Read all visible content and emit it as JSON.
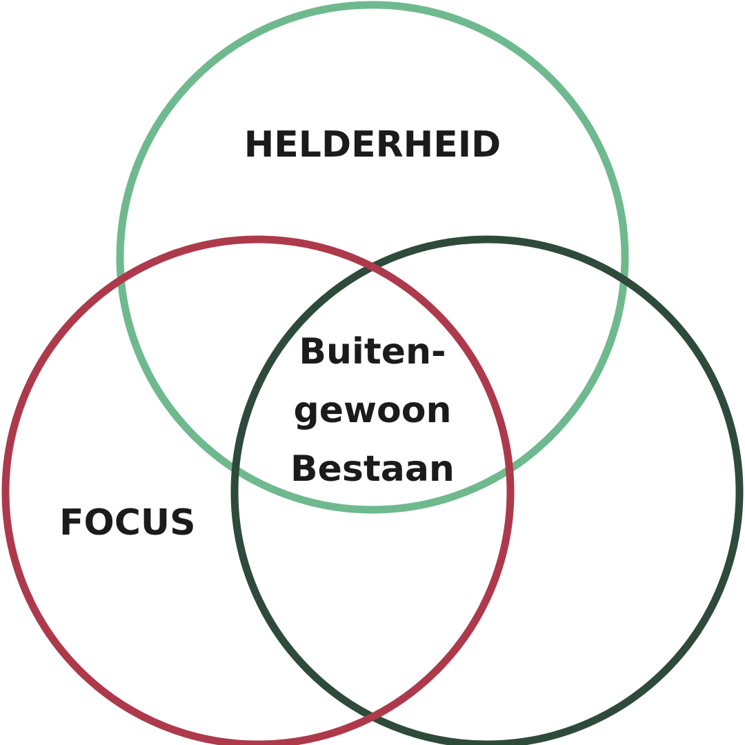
{
  "diagram": {
    "type": "venn",
    "background": "#ffffff",
    "text_color": "#1b1b1b",
    "circles": [
      {
        "id": "helderheid",
        "label": "HELDERHEID",
        "color": "#6fb98e"
      },
      {
        "id": "focus",
        "label": "FOCUS",
        "color": "#ad3a4b"
      },
      {
        "id": "bottom-right",
        "label": "",
        "color": "#2e4a3b"
      }
    ],
    "center_label": {
      "line1": "Buiten-",
      "line2": "gewoon",
      "line3": "Bestaan"
    }
  }
}
